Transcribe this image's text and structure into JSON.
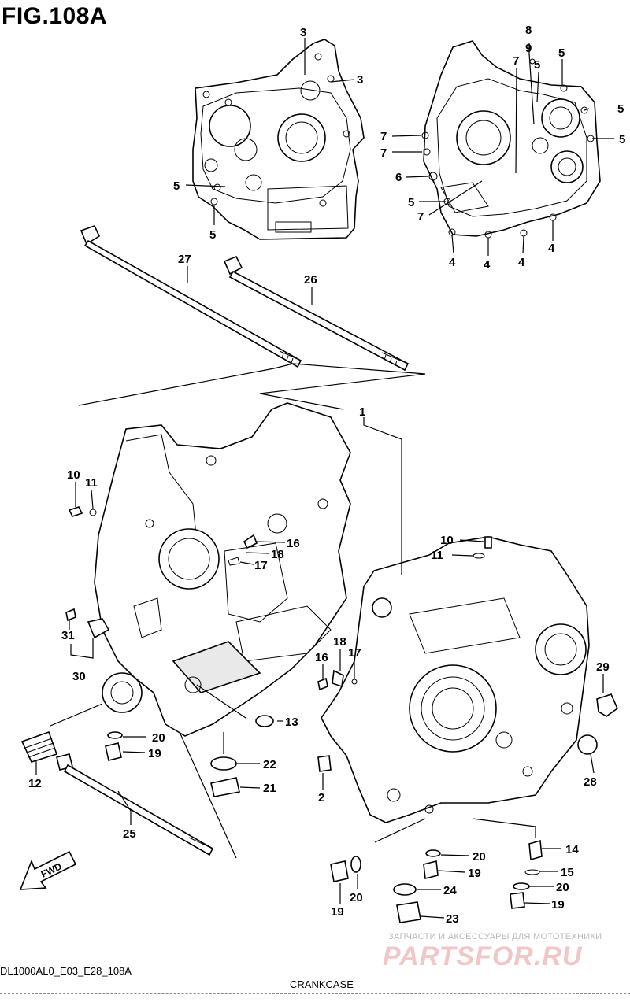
{
  "figure": {
    "title": "FIG.108A",
    "caption": "CRANKCASE",
    "code": "DL1000AL0_E03_E28_108A"
  },
  "watermark": {
    "tagline": "ЗАПЧАСТИ И АКСЕССУАРЫ ДЛЯ МОТОТЕХНИКИ",
    "logo": "PARTSFOR.RU"
  },
  "callouts": {
    "c1": "1",
    "c2": "2",
    "c3a": "3",
    "c3b": "3",
    "c4a": "4",
    "c4b": "4",
    "c4c": "4",
    "c4d": "4",
    "c5a": "5",
    "c5b": "5",
    "c5c": "5",
    "c5d": "5",
    "c5e": "5",
    "c5f": "5",
    "c5g": "5",
    "c6": "6",
    "c7a": "7",
    "c7b": "7",
    "c7c": "7",
    "c7d": "7",
    "c8": "8",
    "c9": "9",
    "c10a": "10",
    "c10b": "10",
    "c11a": "11",
    "c11b": "11",
    "c12": "12",
    "c13": "13",
    "c14": "14",
    "c15": "15",
    "c16a": "16",
    "c16b": "16",
    "c17a": "17",
    "c17b": "17",
    "c18a": "18",
    "c18b": "18",
    "c19a": "19",
    "c19b": "19",
    "c19c": "19",
    "c19d": "19",
    "c20a": "20",
    "c20b": "20",
    "c20c": "20",
    "c20d": "20",
    "c21": "21",
    "c22": "22",
    "c23": "23",
    "c24": "24",
    "c25": "25",
    "c26": "26",
    "c27": "27",
    "c28": "28",
    "c29": "29",
    "c30": "30",
    "c31": "31"
  },
  "fwd_label": "FWD"
}
